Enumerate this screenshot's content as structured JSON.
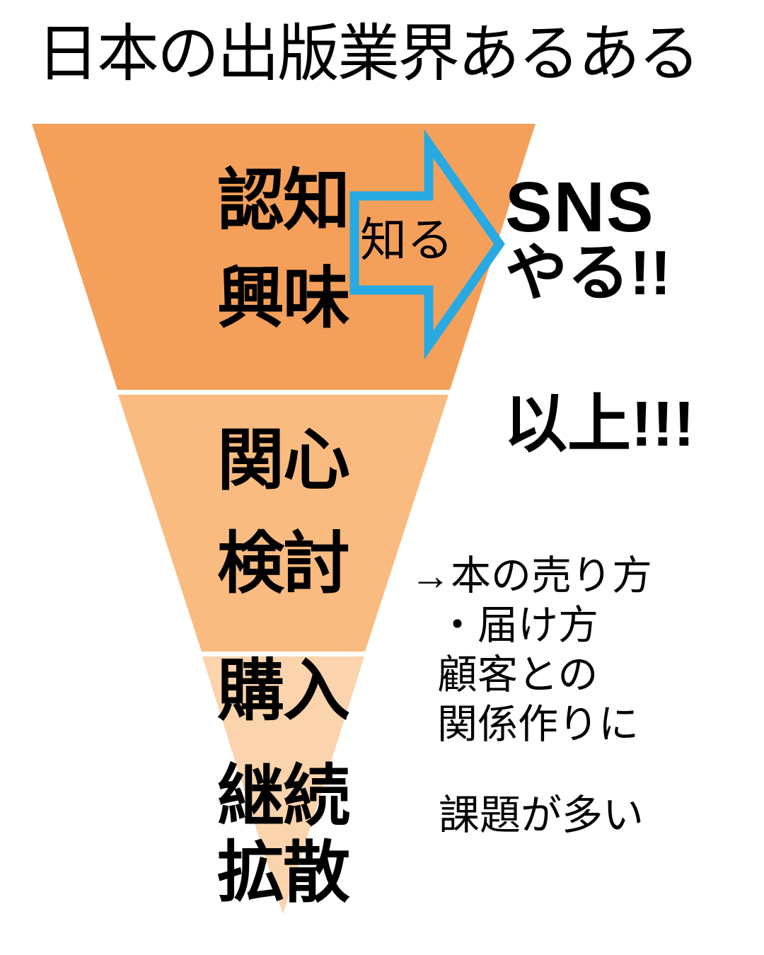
{
  "title": "日本の出版業界あるある",
  "funnel": {
    "stages": [
      {
        "label": "認知"
      },
      {
        "label": "興味"
      },
      {
        "label": "関心"
      },
      {
        "label": "検討"
      },
      {
        "label": "購入"
      },
      {
        "label": "継続"
      },
      {
        "label": "拡散"
      }
    ],
    "segment_colors": [
      "#F4A05A",
      "#F9BB80",
      "#FBD3AC"
    ]
  },
  "arrow": {
    "label": "知る",
    "color": "#29A9E1"
  },
  "annotations": {
    "sns": "SNS",
    "yaru": "やる!!",
    "ijou": "以上!!!",
    "notes": [
      "→本の売り方",
      "・届け方",
      "顧客との",
      "関係作りに"
    ],
    "kadai": "課題が多い"
  },
  "colors": {
    "background": "#FFFFFF",
    "text": "#000000"
  }
}
